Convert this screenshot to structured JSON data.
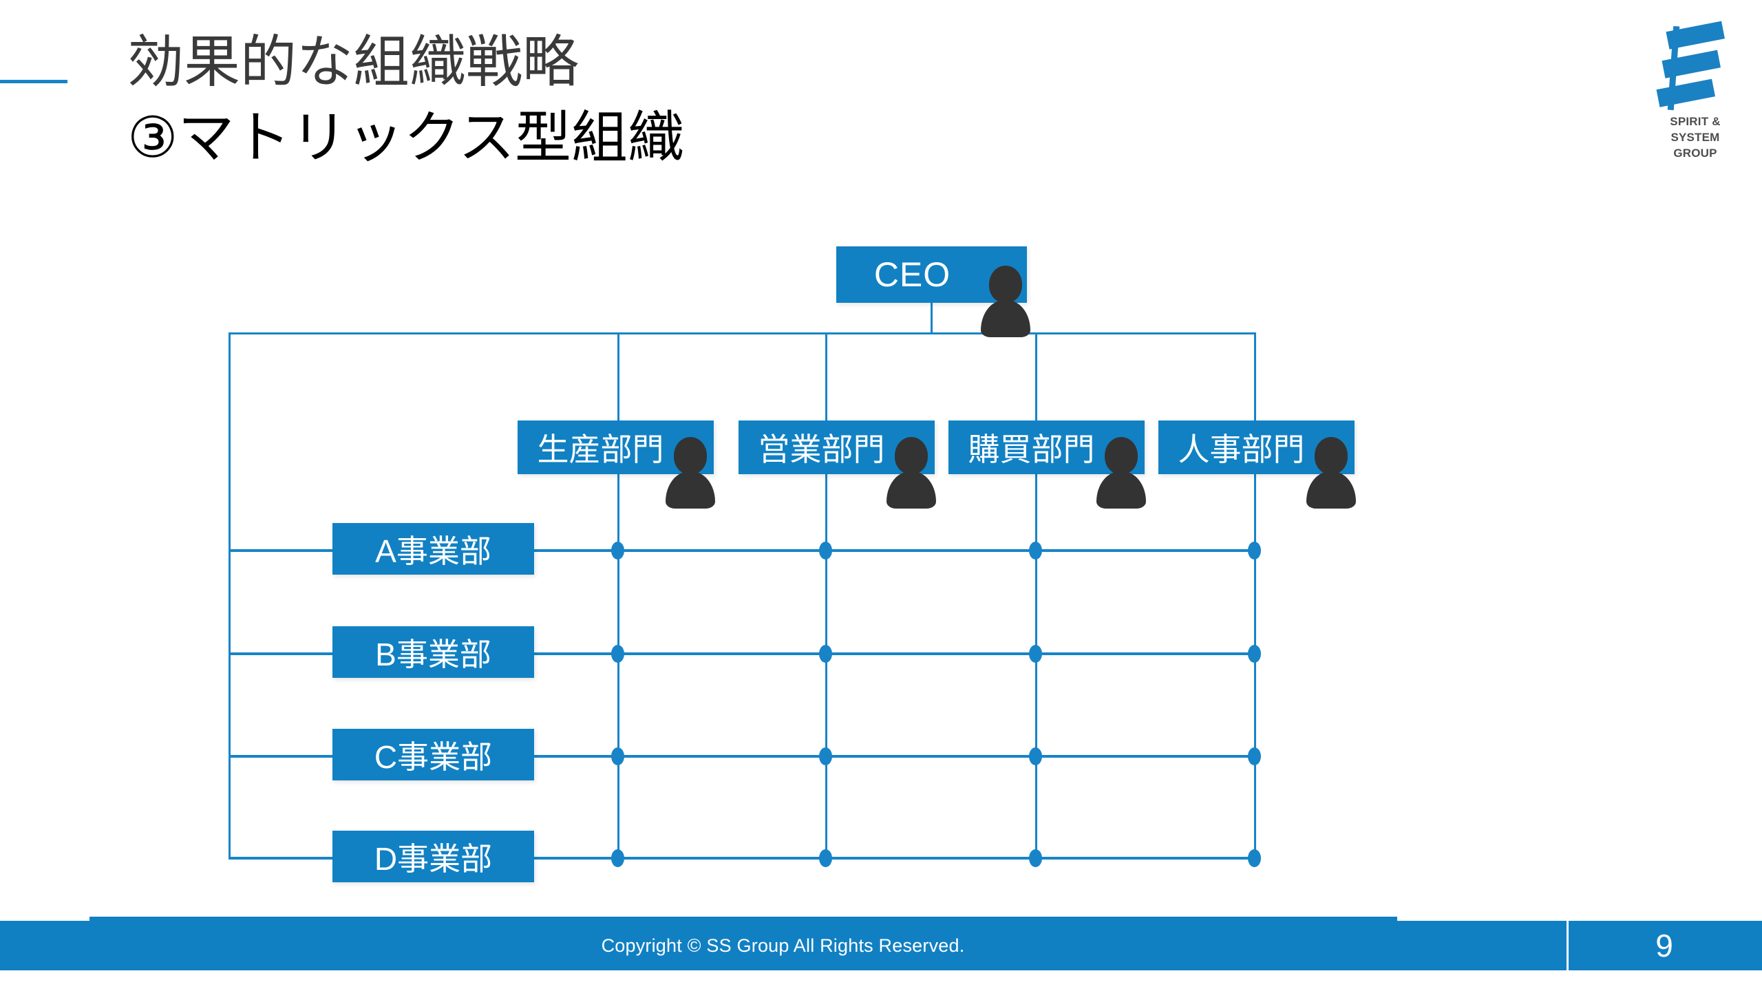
{
  "slide": {
    "title_line1": "効果的な組織戦略",
    "title_line2": "③マトリックス型組織",
    "accent_color": "#1884c7",
    "box_color": "#1181c4",
    "title_color": "#3a3a3a"
  },
  "logo": {
    "name": "spirit-system-group-logo",
    "text_line1": "SPIRIT & SYSTEM",
    "text_line2": "GROUP",
    "mark_color": "#1a81c2",
    "text_color": "#4d4d4d"
  },
  "chart_data": {
    "type": "diagram",
    "diagram_type": "matrix-organization-chart",
    "title": "③マトリックス型組織",
    "root": {
      "label": "CEO",
      "icon": "person-icon"
    },
    "columns": [
      {
        "label": "生産部門",
        "icon": "person-icon"
      },
      {
        "label": "営業部門",
        "icon": "person-icon"
      },
      {
        "label": "購買部門",
        "icon": "person-icon"
      },
      {
        "label": "人事部門",
        "icon": "person-icon"
      }
    ],
    "rows": [
      {
        "label": "A事業部"
      },
      {
        "label": "B事業部"
      },
      {
        "label": "C事業部"
      },
      {
        "label": "D事業部"
      }
    ],
    "intersections": [
      [
        "A事業部",
        "生産部門"
      ],
      [
        "A事業部",
        "営業部門"
      ],
      [
        "A事業部",
        "購買部門"
      ],
      [
        "A事業部",
        "人事部門"
      ],
      [
        "B事業部",
        "生産部門"
      ],
      [
        "B事業部",
        "営業部門"
      ],
      [
        "B事業部",
        "購買部門"
      ],
      [
        "B事業部",
        "人事部門"
      ],
      [
        "C事業部",
        "生産部門"
      ],
      [
        "C事業部",
        "営業部門"
      ],
      [
        "C事業部",
        "購買部門"
      ],
      [
        "C事業部",
        "人事部門"
      ],
      [
        "D事業部",
        "生産部門"
      ],
      [
        "D事業部",
        "営業部門"
      ],
      [
        "D事業部",
        "購買部門"
      ],
      [
        "D事業部",
        "人事部門"
      ]
    ],
    "line_color": "#1884c7",
    "node_fill": "#1181c4",
    "node_text": "#ffffff"
  },
  "footer": {
    "copyright": "Copyright © SS Group All Rights Reserved.",
    "page_number": "9",
    "bar_color": "#1180c3"
  }
}
